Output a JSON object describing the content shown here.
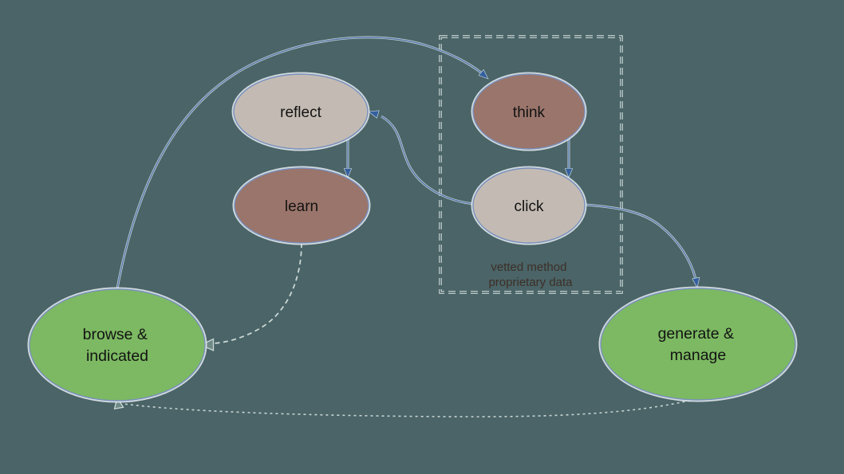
{
  "diagram": {
    "background_color": "#4a6467",
    "colors": {
      "node_fill_tan": "#c3bbb3",
      "node_fill_brown": "#9a756b",
      "node_fill_green": "#7cb962",
      "node_stroke": "#7990bd",
      "node_halo": "#e9eff2",
      "solid_edge": "#4f74ab",
      "solid_arrowhead": "#35609e",
      "dashed_edge": "#cbd8d5",
      "cluster_border": "#dde7e6",
      "cluster_label_color": "#3d2f27",
      "node_label_color": "#131313"
    },
    "nodes": [
      {
        "id": "reflect",
        "label": "reflect",
        "fill": "#c3bbb3"
      },
      {
        "id": "think",
        "label": "think",
        "fill": "#9a756b"
      },
      {
        "id": "learn",
        "label": "learn",
        "fill": "#9a756b"
      },
      {
        "id": "click",
        "label": "click",
        "fill": "#c3bbb3"
      },
      {
        "id": "browse",
        "lines": [
          "browse &",
          "indicated"
        ],
        "fill": "#7cb962"
      },
      {
        "id": "generate",
        "lines": [
          "generate &",
          "manage"
        ],
        "fill": "#7cb962"
      }
    ],
    "cluster": {
      "label_lines": [
        "vetted method",
        "proprietary data"
      ]
    },
    "edges": [
      {
        "from": "browse & indicated",
        "to": "think",
        "style": "solid"
      },
      {
        "from": "reflect",
        "to": "learn",
        "style": "solid"
      },
      {
        "from": "think",
        "to": "click",
        "style": "solid"
      },
      {
        "from": "click",
        "to": "reflect",
        "style": "solid"
      },
      {
        "from": "click",
        "to": "generate & manage",
        "style": "solid"
      },
      {
        "from": "learn",
        "to": "browse & indicated",
        "style": "dashed"
      },
      {
        "from": "generate & manage",
        "to": "browse & indicated",
        "style": "dashed"
      }
    ]
  }
}
